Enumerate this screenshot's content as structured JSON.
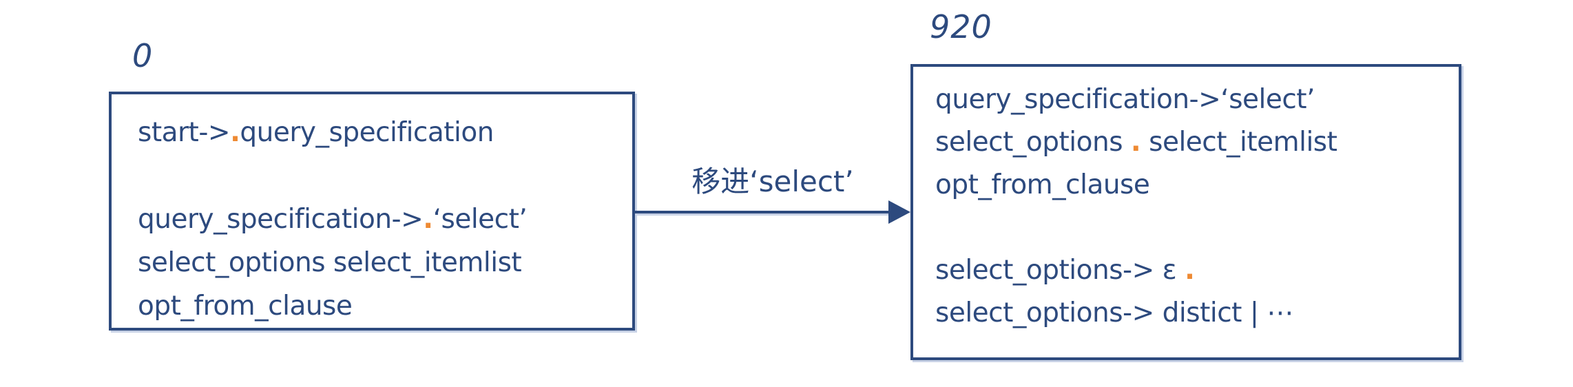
{
  "diagram": {
    "type": "lr-parser-state-transition",
    "colors": {
      "navy": "#2d4a7e",
      "orange": "#ee8a33",
      "shadow": "#c8d2e6"
    },
    "states": {
      "left": {
        "id": "0",
        "lines": [
          {
            "segments": [
              {
                "text": "start->"
              },
              {
                "text": ".",
                "color": "orange"
              },
              {
                "text": "query_specification"
              }
            ]
          },
          {
            "segments": []
          },
          {
            "segments": [
              {
                "text": "query_specification->"
              },
              {
                "text": ".",
                "color": "orange"
              },
              {
                "text": "‘select’"
              }
            ]
          },
          {
            "segments": [
              {
                "text": "select_options select_itemlist"
              }
            ]
          },
          {
            "segments": [
              {
                "text": "opt_from_clause"
              }
            ]
          }
        ]
      },
      "right": {
        "id": "920",
        "lines": [
          {
            "segments": [
              {
                "text": "query_specification->‘select’"
              }
            ]
          },
          {
            "segments": [
              {
                "text": "select_options "
              },
              {
                "text": ".",
                "color": "orange"
              },
              {
                "text": " select_itemlist"
              }
            ]
          },
          {
            "segments": [
              {
                "text": "opt_from_clause"
              }
            ]
          },
          {
            "segments": []
          },
          {
            "segments": [
              {
                "text": "select_options-> ε "
              },
              {
                "text": ".",
                "color": "orange"
              }
            ]
          },
          {
            "segments": [
              {
                "text": "select_options-> distict | ⋯"
              }
            ]
          }
        ]
      }
    },
    "transition": {
      "label": "移进‘select’"
    }
  }
}
